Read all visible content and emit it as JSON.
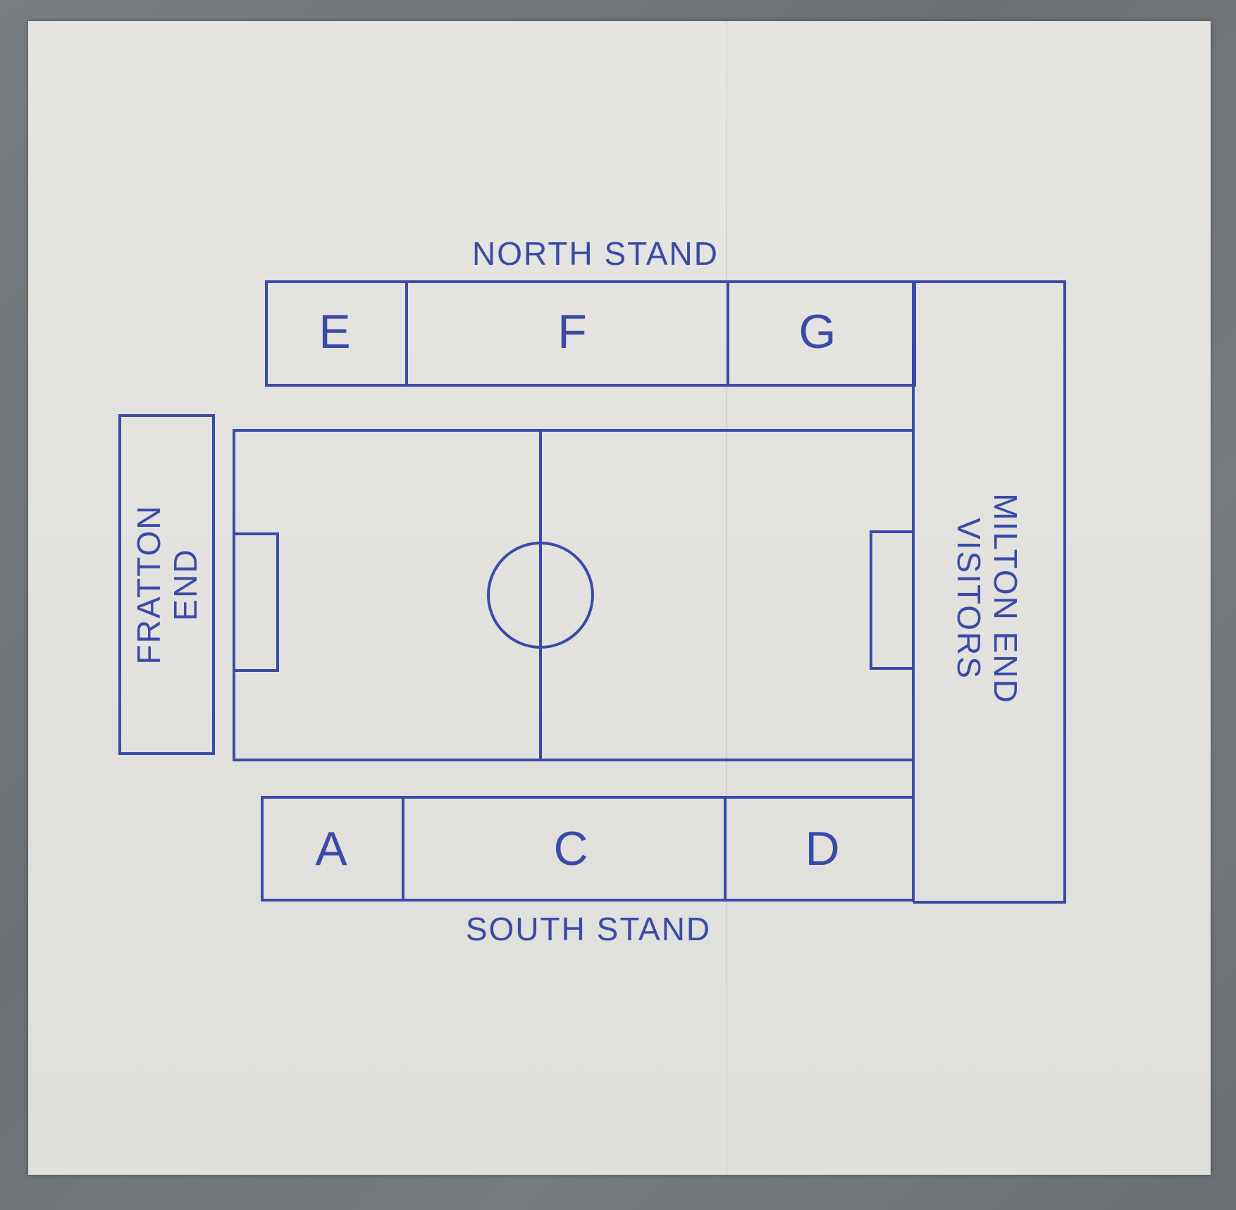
{
  "stands": {
    "north": {
      "label": "NORTH STAND",
      "sections": [
        "E",
        "F",
        "G"
      ]
    },
    "south": {
      "label": "SOUTH STAND",
      "sections": [
        "A",
        "C",
        "D"
      ]
    },
    "west": {
      "label_line1": "FRATTON",
      "label_line2": "END"
    },
    "east": {
      "label_line1": "MILTON END",
      "label_line2": "VISITORS"
    }
  },
  "colors": {
    "ink": "#3b4aa8",
    "paper": "#e4e3df",
    "background": "#6f7578"
  }
}
